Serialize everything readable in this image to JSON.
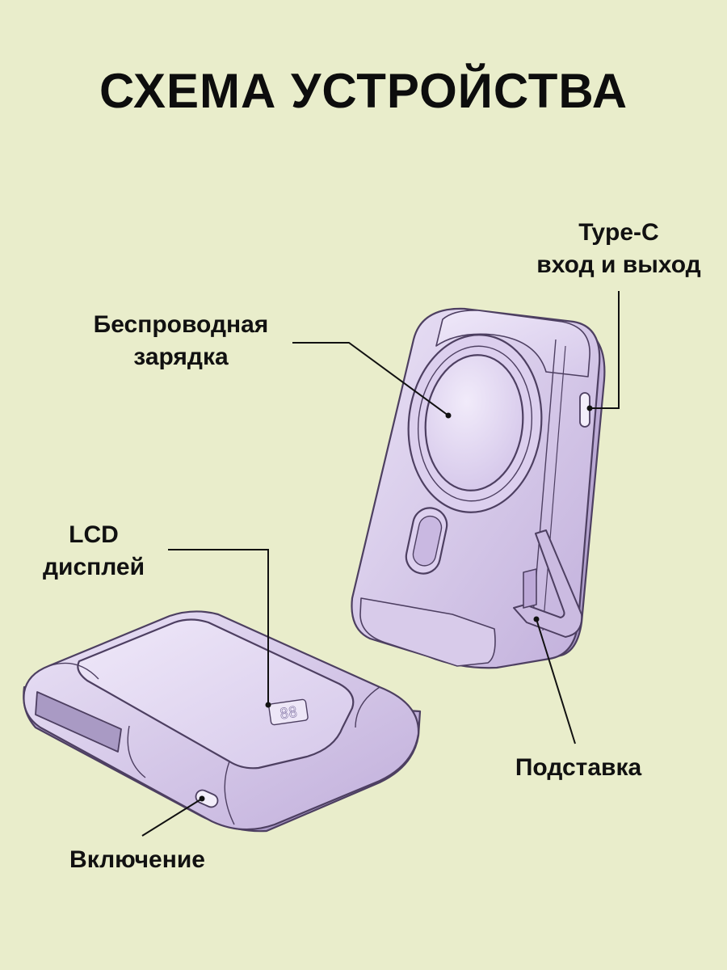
{
  "title": "СХЕМА УСТРОЙСТВА",
  "labels": {
    "type_c_line1": "Type-C",
    "type_c_line2": "вход и выход",
    "wireless_line1": "Беспроводная",
    "wireless_line2": "зарядка",
    "lcd_line1": "LCD",
    "lcd_line2": "дисплей",
    "stand": "Подставка",
    "power": "Включение"
  },
  "display_value": "88",
  "colors": {
    "background": "#e9edcb",
    "device_light": "#e6dcf3",
    "device_mid": "#cdbde3",
    "device_dark": "#b19fcd",
    "outline": "#4d3f61",
    "leader": "#111111"
  }
}
